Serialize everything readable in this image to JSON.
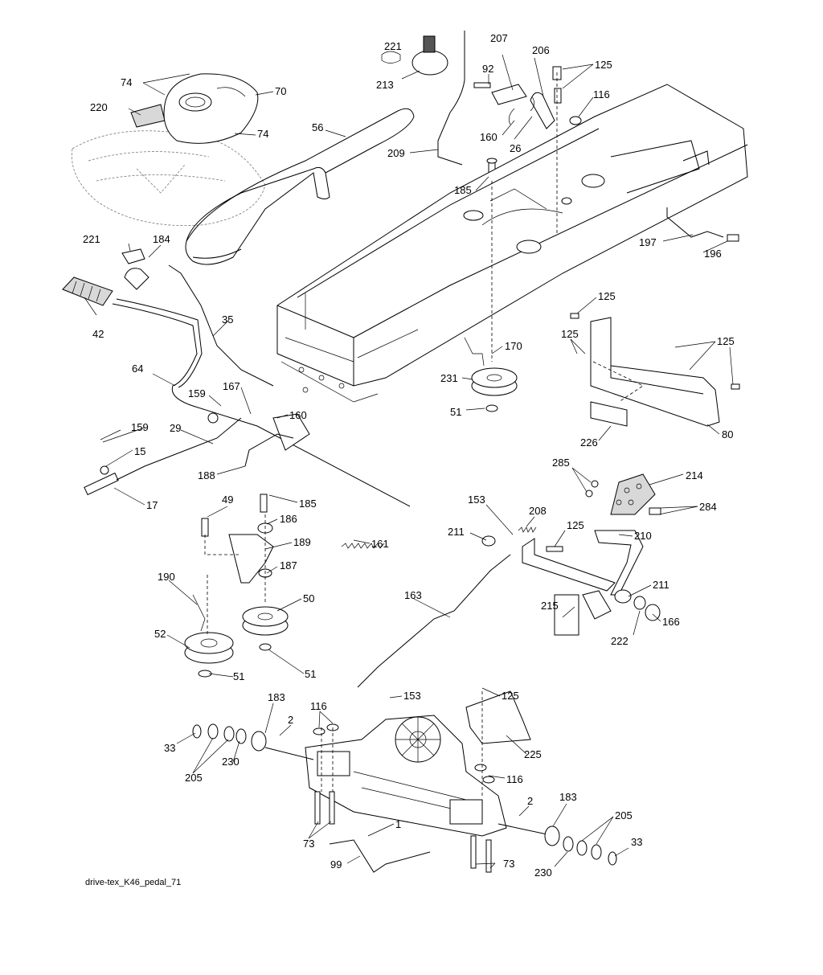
{
  "caption": "drive-tex_K46_pedal_71",
  "labels": [
    "221",
    "213",
    "207",
    "206",
    "125",
    "92",
    "116",
    "74",
    "70",
    "220",
    "74",
    "56",
    "160",
    "26",
    "209",
    "185",
    "221",
    "184",
    "197",
    "196",
    "35",
    "42",
    "125",
    "125",
    "125",
    "170",
    "64",
    "159",
    "167",
    "160",
    "231",
    "51",
    "159",
    "29",
    "80",
    "226",
    "15",
    "188",
    "285",
    "214",
    "17",
    "284",
    "185",
    "49",
    "186",
    "153",
    "208",
    "125",
    "211",
    "210",
    "161",
    "189",
    "187",
    "190",
    "50",
    "163",
    "211",
    "215",
    "52",
    "222",
    "166",
    "51",
    "51",
    "183",
    "153",
    "125",
    "116",
    "2",
    "33",
    "225",
    "205",
    "230",
    "116",
    "2",
    "183",
    "205",
    "1",
    "33",
    "73",
    "73",
    "99",
    "230"
  ]
}
